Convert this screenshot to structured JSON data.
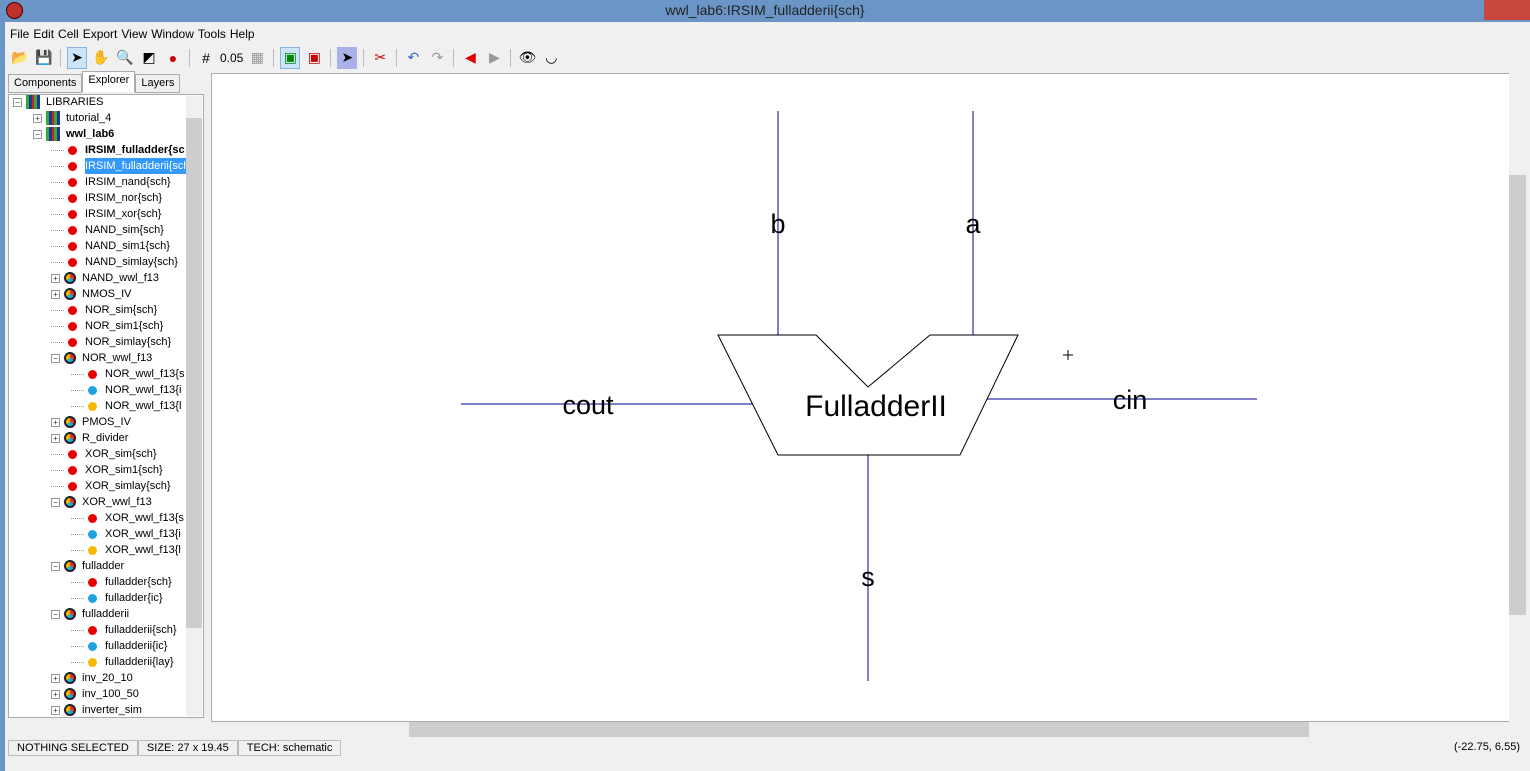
{
  "window": {
    "title": "wwl_lab6:IRSIM_fulladderii{sch}"
  },
  "menu": [
    "File",
    "Edit",
    "Cell",
    "Export",
    "View",
    "Window",
    "Tools",
    "Help"
  ],
  "toolbar": {
    "grid_value": "0.05"
  },
  "tabs": [
    "Components",
    "Explorer",
    "Layers"
  ],
  "tree": [
    {
      "label": "LIBRARIES",
      "lvl": 0,
      "t": "root",
      "e": "-"
    },
    {
      "label": "tutorial_4",
      "lvl": 1,
      "t": "lib",
      "e": "+"
    },
    {
      "label": "wwl_lab6",
      "lvl": 1,
      "t": "lib",
      "e": "-",
      "b": 1
    },
    {
      "label": "IRSIM_fulladder{sc",
      "lvl": 2,
      "t": "r",
      "b": 1
    },
    {
      "label": "IRSIM_fulladderii{sch",
      "lvl": 2,
      "t": "r",
      "s": 1
    },
    {
      "label": "IRSIM_nand{sch}",
      "lvl": 2,
      "t": "r"
    },
    {
      "label": "IRSIM_nor{sch}",
      "lvl": 2,
      "t": "r"
    },
    {
      "label": "IRSIM_xor{sch}",
      "lvl": 2,
      "t": "r"
    },
    {
      "label": "NAND_sim{sch}",
      "lvl": 2,
      "t": "r"
    },
    {
      "label": "NAND_sim1{sch}",
      "lvl": 2,
      "t": "r"
    },
    {
      "label": "NAND_simlay{sch}",
      "lvl": 2,
      "t": "r"
    },
    {
      "label": "NAND_wwl_f13",
      "lvl": 2,
      "t": "g",
      "e": "+"
    },
    {
      "label": "NMOS_IV",
      "lvl": 2,
      "t": "g",
      "e": "+"
    },
    {
      "label": "NOR_sim{sch}",
      "lvl": 2,
      "t": "r"
    },
    {
      "label": "NOR_sim1{sch}",
      "lvl": 2,
      "t": "r"
    },
    {
      "label": "NOR_simlay{sch}",
      "lvl": 2,
      "t": "r"
    },
    {
      "label": "NOR_wwl_f13",
      "lvl": 2,
      "t": "g",
      "e": "-"
    },
    {
      "label": "NOR_wwl_f13{s",
      "lvl": 3,
      "t": "r"
    },
    {
      "label": "NOR_wwl_f13{i",
      "lvl": 3,
      "t": "b"
    },
    {
      "label": "NOR_wwl_f13{l",
      "lvl": 3,
      "t": "y"
    },
    {
      "label": "PMOS_IV",
      "lvl": 2,
      "t": "g",
      "e": "+"
    },
    {
      "label": "R_divider",
      "lvl": 2,
      "t": "g",
      "e": "+"
    },
    {
      "label": "XOR_sim{sch}",
      "lvl": 2,
      "t": "r"
    },
    {
      "label": "XOR_sim1{sch}",
      "lvl": 2,
      "t": "r"
    },
    {
      "label": "XOR_simlay{sch}",
      "lvl": 2,
      "t": "r"
    },
    {
      "label": "XOR_wwl_f13",
      "lvl": 2,
      "t": "g",
      "e": "-"
    },
    {
      "label": "XOR_wwl_f13{s",
      "lvl": 3,
      "t": "r"
    },
    {
      "label": "XOR_wwl_f13{i",
      "lvl": 3,
      "t": "b"
    },
    {
      "label": "XOR_wwl_f13{l",
      "lvl": 3,
      "t": "y"
    },
    {
      "label": "fulladder",
      "lvl": 2,
      "t": "g",
      "e": "-"
    },
    {
      "label": "fulladder{sch}",
      "lvl": 3,
      "t": "r"
    },
    {
      "label": "fulladder{ic}",
      "lvl": 3,
      "t": "b"
    },
    {
      "label": "fulladderii",
      "lvl": 2,
      "t": "g",
      "e": "-"
    },
    {
      "label": "fulladderii{sch}",
      "lvl": 3,
      "t": "r"
    },
    {
      "label": "fulladderii{ic}",
      "lvl": 3,
      "t": "b"
    },
    {
      "label": "fulladderii{lay}",
      "lvl": 3,
      "t": "y"
    },
    {
      "label": "inv_20_10",
      "lvl": 2,
      "t": "g",
      "e": "+"
    },
    {
      "label": "inv_100_50",
      "lvl": 2,
      "t": "g",
      "e": "+"
    },
    {
      "label": "inverter_sim",
      "lvl": 2,
      "t": "g",
      "e": "+"
    }
  ],
  "schematic": {
    "cell_name": "FulladderII",
    "ports": {
      "b": "b",
      "a": "a",
      "cout": "cout",
      "cin": "cin",
      "s": "s"
    },
    "wire_color": "#00008b"
  },
  "status": {
    "selection": "NOTHING SELECTED",
    "size": "SIZE: 27 x 19.45",
    "tech": "TECH: schematic",
    "coords": "(-22.75, 6.55)"
  }
}
